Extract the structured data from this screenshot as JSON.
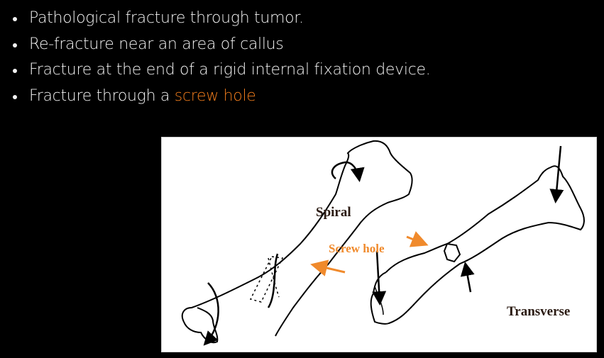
{
  "bullets": [
    {
      "text": "Pathological fracture through tumor.",
      "highlight": ""
    },
    {
      "text": "Re-fracture near an area of callus",
      "highlight": ""
    },
    {
      "text": "Fracture at the end of a rigid internal fixation device.",
      "highlight": ""
    },
    {
      "text": "Fracture through a ",
      "highlight": "screw hole"
    }
  ],
  "figure": {
    "labels": {
      "spiral": "Spiral",
      "screw_hole": "Screw hole",
      "transverse": "Transverse"
    },
    "icons": [
      "bone-spiral-fracture",
      "bone-transverse-fracture",
      "arrow-icon"
    ]
  },
  "colors": {
    "background": "#000000",
    "text": "#f2f2f2",
    "accent": "#f07c1c",
    "label_dark": "#2a1a12",
    "label_orange": "#f08a2c"
  }
}
